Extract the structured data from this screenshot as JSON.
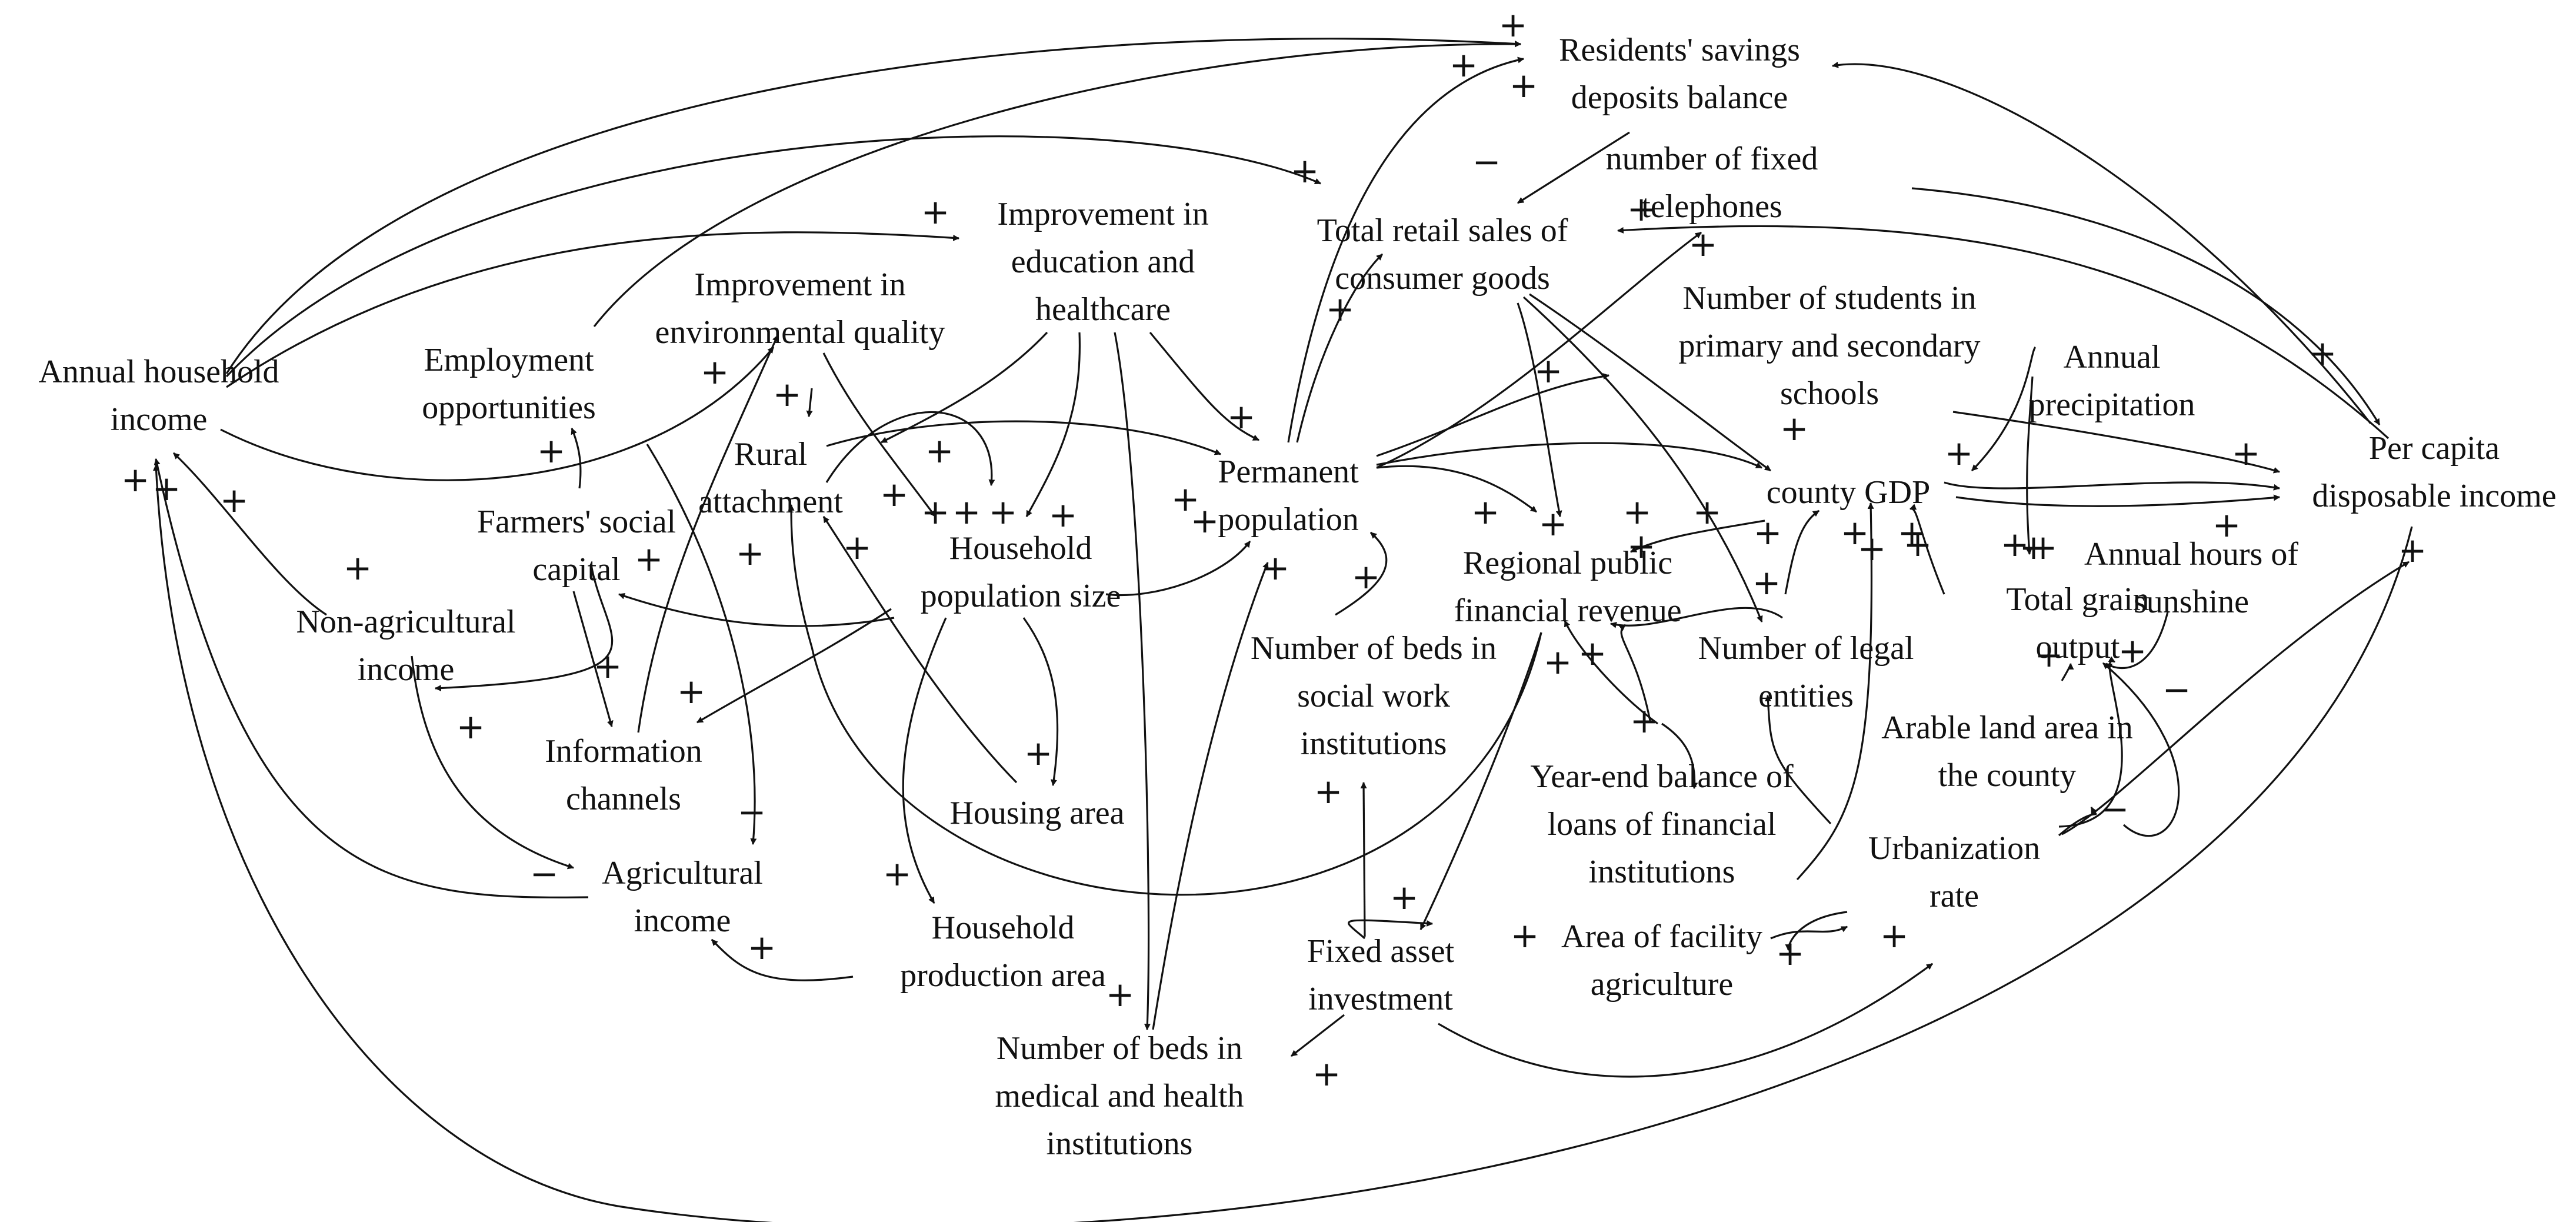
{
  "diagram": {
    "nodes": {
      "n_savings": [
        "Residents' savings",
        "deposits balance"
      ],
      "n_telephones": [
        "number of fixed",
        "telephones"
      ],
      "n_retail": [
        "Total retail sales of",
        "consumer goods"
      ],
      "n_education": [
        "Improvement in",
        "education and",
        "healthcare"
      ],
      "n_environment": [
        "Improvement in",
        "environmental quality"
      ],
      "n_students": [
        "Number of students in",
        "primary and secondary",
        "schools"
      ],
      "n_precip": [
        "Annual",
        "precipitation"
      ],
      "n_percapita": [
        "Per capita",
        "disposable income"
      ],
      "n_annualinc": [
        "Annual household",
        "income"
      ],
      "n_employment": [
        "Employment",
        "opportunities"
      ],
      "n_rural": [
        "Rural",
        "attachment"
      ],
      "n_permanent": [
        "Permanent",
        "population"
      ],
      "n_gdp": [
        "county GDP"
      ],
      "n_social": [
        "Farmers' social",
        "capital"
      ],
      "n_hhsize": [
        "Household",
        "population size"
      ],
      "n_revenue": [
        "Regional public",
        "financial revenue"
      ],
      "n_sunshine": [
        "Annual hours of",
        "sunshine"
      ],
      "n_grain": [
        "Total grain",
        "output"
      ],
      "n_nonagri": [
        "Non-agricultural",
        "income"
      ],
      "n_beds_social": [
        "Number of beds in",
        "social work",
        "institutions"
      ],
      "n_legal": [
        "Number of legal",
        "entities"
      ],
      "n_arable": [
        "Arable land area in",
        "the county"
      ],
      "n_info": [
        "Information",
        "channels"
      ],
      "n_loans": [
        "Year-end balance of",
        "loans of financial",
        "institutions"
      ],
      "n_housing": [
        "Housing area"
      ],
      "n_urban": [
        "Urbanization",
        "rate"
      ],
      "n_agri": [
        "Agricultural",
        "income"
      ],
      "n_prodarea": [
        "Household",
        "production area"
      ],
      "n_fai": [
        "Fixed asset",
        "investment"
      ],
      "n_facility": [
        "Area of facility",
        "agriculture"
      ],
      "n_beds_med": [
        "Number of beds in",
        "medical and health",
        "institutions"
      ]
    },
    "signs": {
      "plus": "+",
      "minus": "−"
    }
  }
}
